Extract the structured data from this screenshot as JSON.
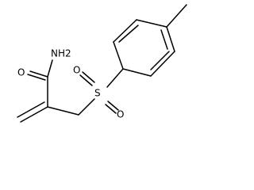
{
  "molecule": {
    "atoms": {
      "amide_nitrogen": "NH2",
      "carbonyl_oxygen": "O",
      "sulfonyl_sulfur": "S",
      "sulfonyl_oxygen_top": "O",
      "sulfonyl_oxygen_bottom": "O"
    }
  },
  "colors": {
    "bond": "#000000",
    "background": "#ffffff"
  }
}
